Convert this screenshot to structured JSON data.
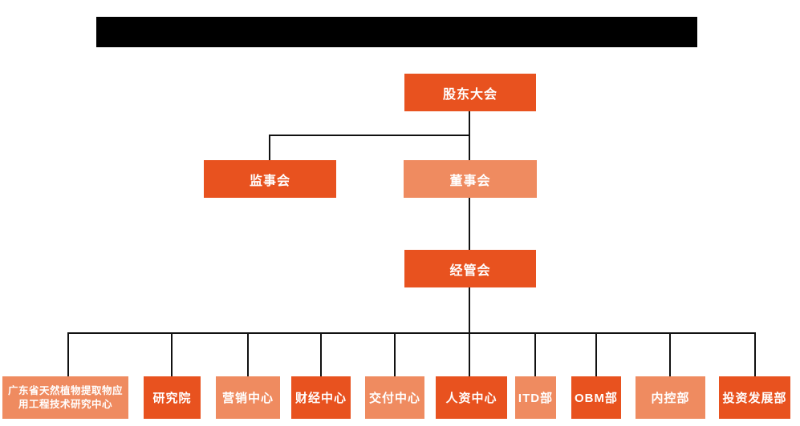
{
  "page": {
    "kind": "organization-chart"
  },
  "colors": {
    "primary_orange": "#E8521F",
    "light_orange": "#EF8B60",
    "connector_black": "#111111",
    "redaction_black": "#000000",
    "text_white": "#FFFFFF"
  },
  "org_chart": {
    "level1": {
      "label": "股东大会",
      "variant": "primary"
    },
    "level2": [
      {
        "label": "监事会",
        "variant": "primary"
      },
      {
        "label": "董事会",
        "variant": "light"
      }
    ],
    "level3": {
      "label": "经管会",
      "variant": "primary"
    },
    "level4": [
      {
        "label": "广东省天然植物提取物应用工程技术研究中心",
        "variant": "light"
      },
      {
        "label": "研究院",
        "variant": "primary"
      },
      {
        "label": "营销中心",
        "variant": "light"
      },
      {
        "label": "财经中心",
        "variant": "primary"
      },
      {
        "label": "交付中心",
        "variant": "light"
      },
      {
        "label": "人资中心",
        "variant": "primary"
      },
      {
        "label": "ITD部",
        "variant": "light"
      },
      {
        "label": "OBM部",
        "variant": "primary"
      },
      {
        "label": "内控部",
        "variant": "light"
      },
      {
        "label": "投资发展部",
        "variant": "primary"
      }
    ]
  }
}
